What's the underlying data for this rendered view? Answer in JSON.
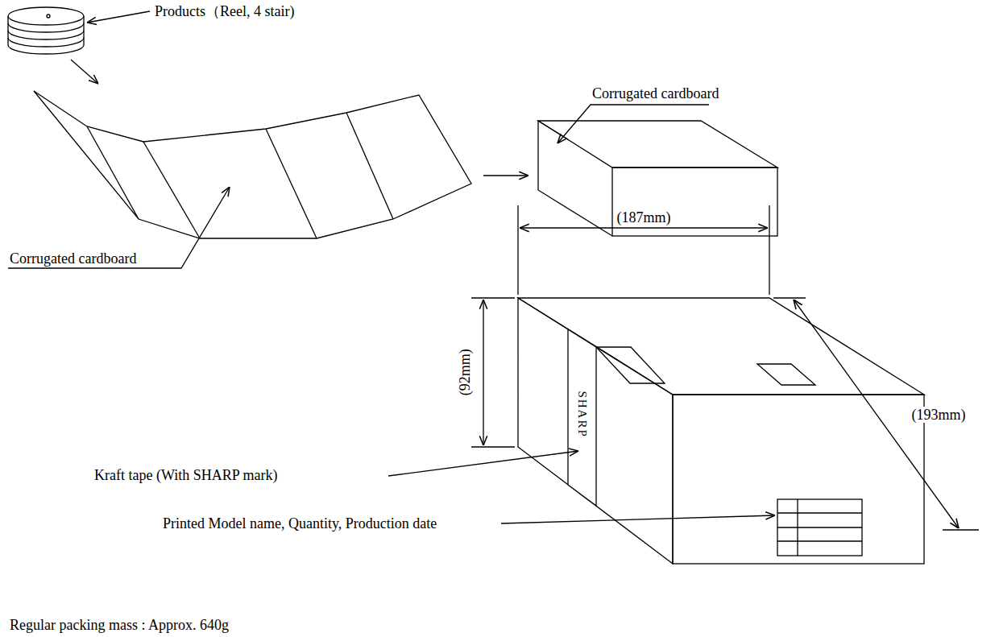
{
  "diagram": {
    "labels": [
      "Products（Reel, 4 stair)",
      "Corrugated cardboard",
      "Corrugated cardboard",
      "(187mm)",
      "(92mm)",
      "(193mm)",
      "Kraft tape (With SHARP mark)",
      "SHARP",
      "Printed Model name, Quantity, Production date",
      "Regular packing mass :    Approx. 640g"
    ]
  }
}
